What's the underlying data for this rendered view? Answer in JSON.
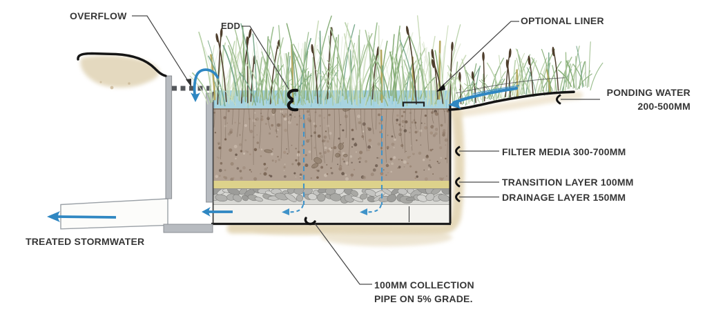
{
  "diagram": {
    "title": "bioretention-basin-cross-section",
    "labels": {
      "overflow": "OVERFLOW",
      "edd": "EDD",
      "optional_liner": "OPTIONAL LINER",
      "ponding_water": {
        "line1": "PONDING WATER",
        "line2": "200-500MM"
      },
      "filter_media": "FILTER MEDIA 300-700MM",
      "transition_layer": "TRANSITION LAYER 100MM",
      "drainage_layer": "DRAINAGE LAYER 150MM",
      "treated_stormwater": "TREATED STORMWATER",
      "collection_pipe": {
        "line1": "100MM COLLECTION",
        "line2": "PIPE ON 5% GRADE."
      }
    },
    "colors": {
      "water": "#a8d4e0",
      "water_streak": "#7dbecf",
      "filter_media": "#b1a092",
      "filter_speckle": "#75604f",
      "transition_layer": "#ddd28b",
      "drainage_layer": "#d8d8d4",
      "rock_gray": "#a8a8a4",
      "pipe_zone": "#f4f3ef",
      "soil_wash": "#e3d6b7",
      "pit_concrete": "#b7bbc0",
      "grate_dark": "#54575b",
      "arrow_blue": "#2f87c2",
      "dashed_blue": "#3f93c9",
      "outline_black": "#1d1d1d",
      "leader_gray": "#4a4a4a",
      "label_text": "#363636",
      "grass_green": "#9cbf90",
      "grass_teal": "#79a98c",
      "wheat": "#b3a75e",
      "dark_stalk": "#4e3e2c"
    }
  }
}
